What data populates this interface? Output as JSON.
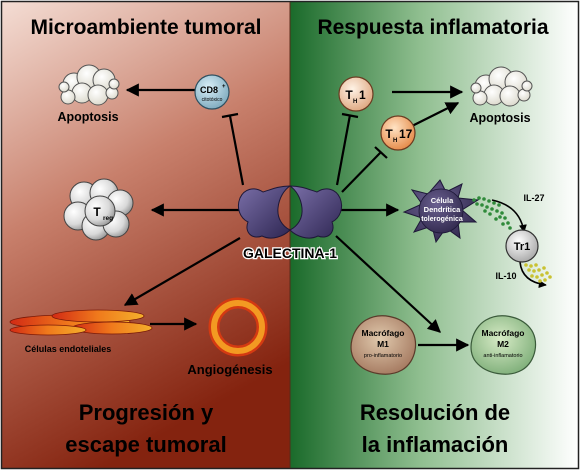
{
  "left_panel": {
    "title": "Microambiente tumoral",
    "bottom_title_line1": "Progresión y",
    "bottom_title_line2": "escape tumoral",
    "color_top": "#f3d8cf",
    "color_bottom": "#8a2410"
  },
  "right_panel": {
    "title": "Respuesta inflamatoria",
    "bottom_title_line1": "Resolución de",
    "bottom_title_line2": "la inflamación",
    "color_left": "#1e6b2c",
    "color_right": "#ffffff"
  },
  "center": {
    "label": "GALECTINA-1",
    "color": "#4a4073"
  },
  "nodes": {
    "cd8_label": "CD8",
    "cd8_superscript": "+",
    "cd8_sublabel": "citotóxico",
    "apoptosis_left": "Apoptosis",
    "treg_label": "T",
    "treg_sub": "reg",
    "endothelial_label": "Células endoteliales",
    "angiogenesis": "Angiogénesis",
    "th1_label": "T",
    "th1_sub": "H",
    "th1_number": "1",
    "th17_label": "T",
    "th17_sub": "H",
    "th17_number": "17",
    "apoptosis_right": "Apoptosis",
    "dendritic_line1": "Célula",
    "dendritic_line2": "Dendrítica",
    "dendritic_line3": "tolerogénica",
    "il27": "IL-27",
    "tr1": "Tr1",
    "il10": "IL-10",
    "m1_line1": "Macrófago",
    "m1_line2": "M1",
    "m1_line3": "pro-inflamatorio",
    "m2_line1": "Macrófago",
    "m2_line2": "M2",
    "m2_line3": "anti-inflamatorio"
  }
}
